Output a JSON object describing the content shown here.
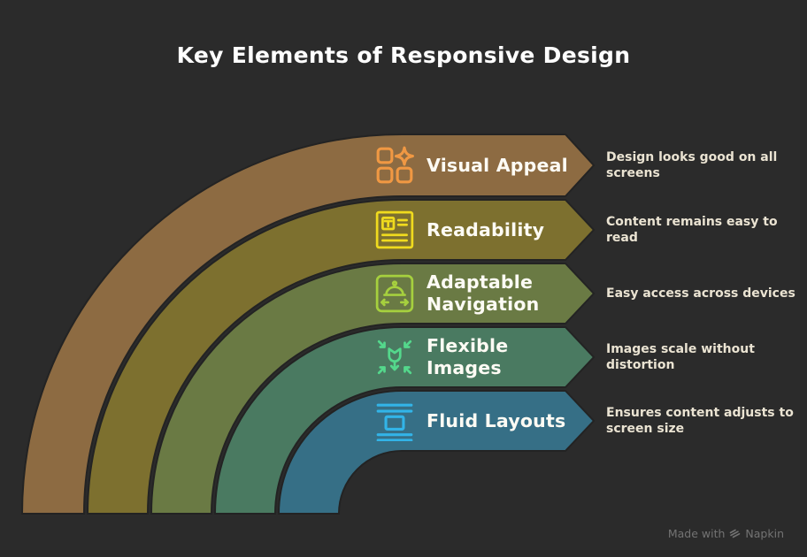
{
  "canvas": {
    "background": "#2b2b2b"
  },
  "header": {
    "title": "Key Elements of Responsive Design",
    "color": "#ffffff"
  },
  "items": [
    {
      "label_lines": [
        "Visual Appeal"
      ],
      "desc_lines": [
        "Design looks good on all",
        "screens"
      ],
      "band_color": "#8d6b42",
      "icon": "squares-sparkle-icon",
      "icon_color": "#f09843"
    },
    {
      "label_lines": [
        "Readability"
      ],
      "desc_lines": [
        "Content remains easy to",
        "read"
      ],
      "band_color": "#7d702f",
      "icon": "document-text-icon",
      "icon_color": "#f0db1e"
    },
    {
      "label_lines": [
        "Adaptable",
        "Navigation"
      ],
      "desc_lines": [
        "Easy access across devices"
      ],
      "band_color": "#6a7a44",
      "icon": "menu-resize-icon",
      "icon_color": "#a6d03e"
    },
    {
      "label_lines": [
        "Flexible",
        "Images"
      ],
      "desc_lines": [
        "Images scale without",
        "distortion"
      ],
      "band_color": "#4a7a61",
      "icon": "image-shrink-icon",
      "icon_color": "#54d88c"
    },
    {
      "label_lines": [
        "Fluid Layouts"
      ],
      "desc_lines": [
        "Ensures content adjusts to",
        "screen size"
      ],
      "band_color": "#366f86",
      "icon": "layout-lines-icon",
      "icon_color": "#32b4e8"
    }
  ],
  "watermark": {
    "prefix": "Made with",
    "brand": "Napkin",
    "color": "#737373"
  }
}
